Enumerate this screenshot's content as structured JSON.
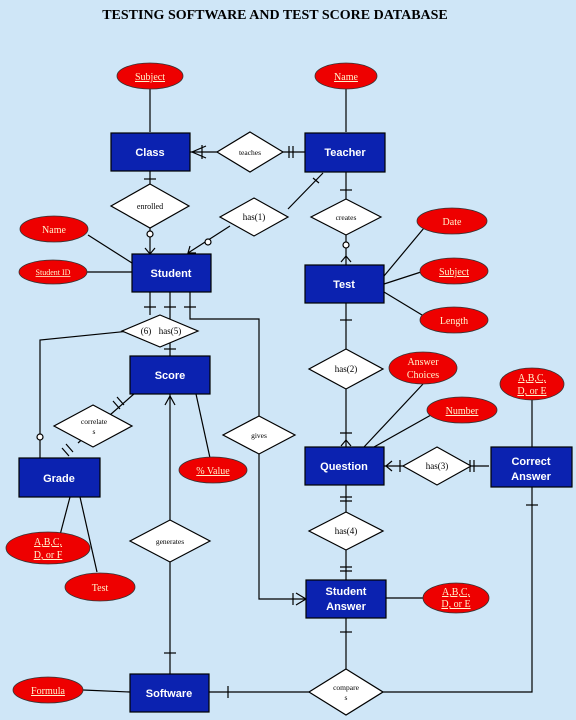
{
  "title": "TESTING SOFTWARE AND TEST SCORE DATABASE",
  "entities": {
    "class": "Class",
    "teacher": "Teacher",
    "student": "Student",
    "test": "Test",
    "score": "Score",
    "question": "Question",
    "correct_answer": [
      "Correct",
      "Answer"
    ],
    "grade": "Grade",
    "student_answer": [
      "Student",
      "Answer"
    ],
    "software": "Software"
  },
  "attributes": {
    "class_subject": "Subject",
    "teacher_name": "Name",
    "student_name": "Name",
    "student_id": "Student ID",
    "test_date": "Date",
    "test_subject": "Subject",
    "test_length": "Length",
    "question_answer_choices": [
      "Answer",
      "Choices"
    ],
    "question_number": "Number",
    "correct_answer_value": [
      "A,B,C,",
      "D, or E"
    ],
    "score_percent": "% Value",
    "grade_value": [
      "A,B,C,",
      "D, or F"
    ],
    "grade_test": "Test",
    "student_answer_value": [
      "A,B,C,",
      "D, or E"
    ],
    "software_formula": "Formula"
  },
  "relationships": {
    "teaches": "teaches",
    "enrolled": "enrolled",
    "has1": "has(1)",
    "creates": "creates",
    "has6": "(6)",
    "has5": "has(5)",
    "has2": "has(2)",
    "correlates": [
      "correlate",
      "s"
    ],
    "gives": "gives",
    "has3": "has(3)",
    "has4": "has(4)",
    "generates": "generates",
    "compares": [
      "compare",
      "s"
    ]
  },
  "colors": {
    "background": "#cfe6f7",
    "entity_fill": "#0b22b0",
    "attribute_fill": "#ee0000",
    "relationship_fill": "#ffffff"
  }
}
